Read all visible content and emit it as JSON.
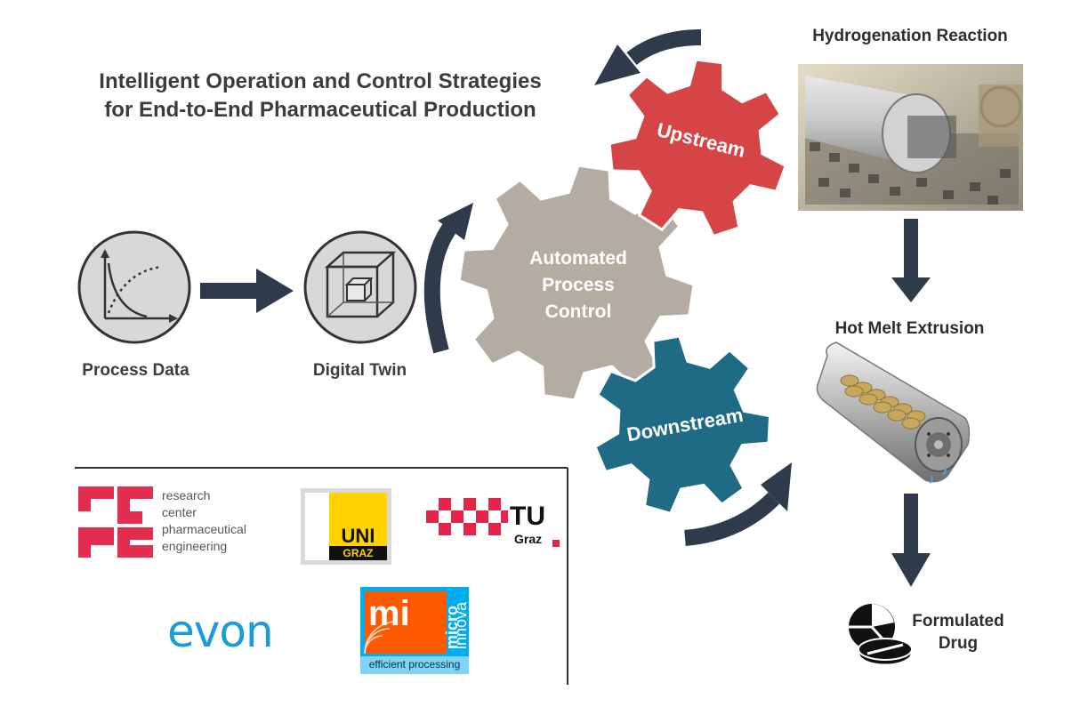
{
  "title": {
    "line1": "Intelligent Operation and Control Strategies",
    "line2": "for End-to-End Pharmaceutical Production"
  },
  "left": {
    "process_data": "Process Data",
    "digital_twin": "Digital Twin"
  },
  "gears": {
    "upstream": "Upstream",
    "control_line1": "Automated",
    "control_line2": "Process",
    "control_line3": "Control",
    "downstream": "Downstream",
    "colors": {
      "upstream": "#d64545",
      "control": "#b2aca2",
      "downstream": "#1f6b86"
    }
  },
  "right": {
    "hydrogenation": "Hydrogenation Reaction",
    "hot_melt": "Hot Melt Extrusion",
    "drug_line1": "Formulated",
    "drug_line2": "Drug"
  },
  "logos": {
    "rcpe_lines": [
      "research",
      "center",
      "pharmaceutical",
      "engineering"
    ],
    "uni_graz_line1": "UNI",
    "uni_graz_line2": "GRAZ",
    "tu": "TU",
    "tu_graz": "Graz",
    "evon": "evon",
    "mi": "mi",
    "micro": "micro",
    "innova": "innova",
    "micro_tagline": "efficient processing"
  },
  "icons": [
    "process-curve-icon",
    "digital-twin-cube-icon",
    "pill-icon"
  ]
}
